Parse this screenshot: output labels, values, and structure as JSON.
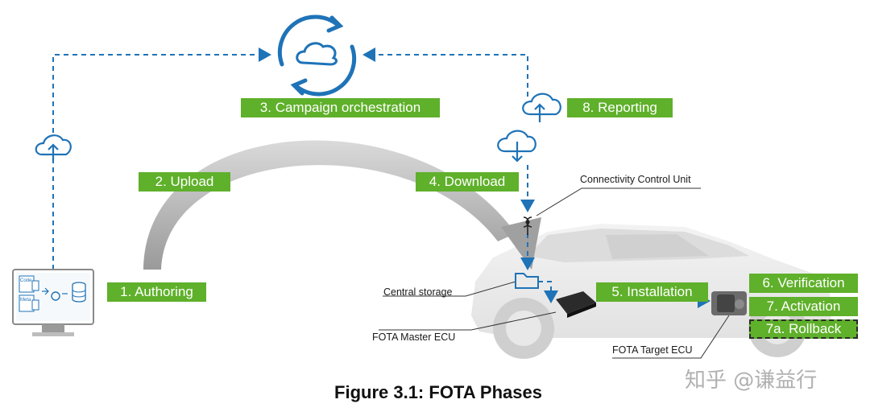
{
  "phases": {
    "authoring": "1. Authoring",
    "upload": "2. Upload",
    "campaign": "3. Campaign orchestration",
    "download": "4. Download",
    "installation": "5. Installation",
    "verification": "6. Verification",
    "activation": "7. Activation",
    "rollback": "7a. Rollback",
    "reporting": "8. Reporting"
  },
  "callouts": {
    "connectivity": "Connectivity Control Unit",
    "central_storage": "Central storage",
    "master_ecu": "FOTA Master ECU",
    "target_ecu": "FOTA Target ECU"
  },
  "monitor_files": {
    "code": "Code",
    "meta": "Meta"
  },
  "caption": "Figure 3.1: FOTA Phases",
  "watermark": "知乎 @谦益行",
  "colors": {
    "phase_green": "#5fb02a",
    "arrow_blue": "#1f73b7",
    "arc_gray": "#a8a8a8"
  }
}
